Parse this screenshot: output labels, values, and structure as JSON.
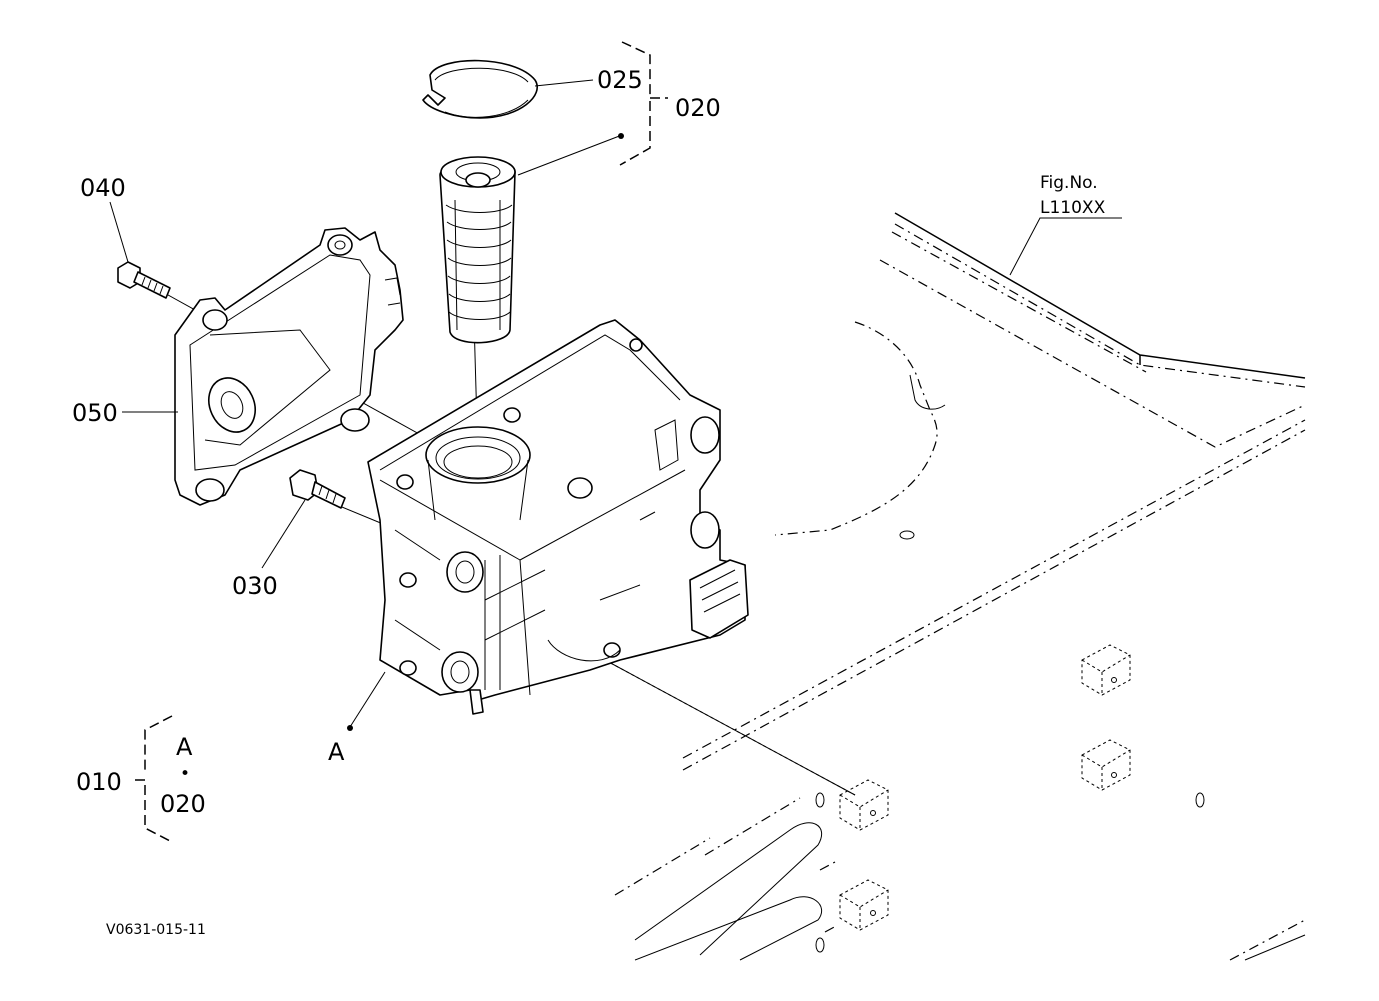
{
  "diagram_id": "V0631-015-11",
  "figure_ref": {
    "title": "Fig.No.",
    "number": "L110XX"
  },
  "callouts": {
    "p010": "010",
    "p020_top": "020",
    "p025": "025",
    "p030": "030",
    "p040": "040",
    "p050": "050",
    "point_a": "A"
  },
  "kit_010": {
    "line1": "A",
    "sep": "•",
    "line2": "020"
  }
}
